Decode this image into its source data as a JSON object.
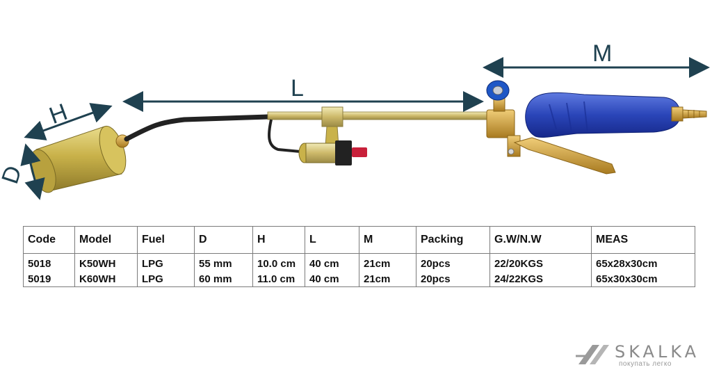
{
  "dimensions": {
    "d_label": "D",
    "h_label": "H",
    "l_label": "L",
    "m_label": "M"
  },
  "table": {
    "headers": [
      "Code",
      "Model",
      "Fuel",
      "D",
      "H",
      "L",
      "M",
      "Packing",
      "G.W/N.W",
      "MEAS"
    ],
    "rows": [
      [
        "5018",
        "K50WH",
        "LPG",
        "55 mm",
        "10.0 cm",
        "40 cm",
        "21cm",
        "20pcs",
        "22/20KGS",
        "65x28x30cm"
      ],
      [
        "5019",
        "K60WH",
        "LPG",
        "60 mm",
        "11.0 cm",
        "40 cm",
        "21cm",
        "20pcs",
        "24/22KGS",
        "65x30x30cm"
      ]
    ]
  },
  "watermark": {
    "brand": "SKALKA",
    "tagline": "покупать легко"
  },
  "colors": {
    "arrow": "#1f4150",
    "handle": "#2a45b8",
    "burner": "#c9b24a",
    "brass": "#c59a3a"
  }
}
